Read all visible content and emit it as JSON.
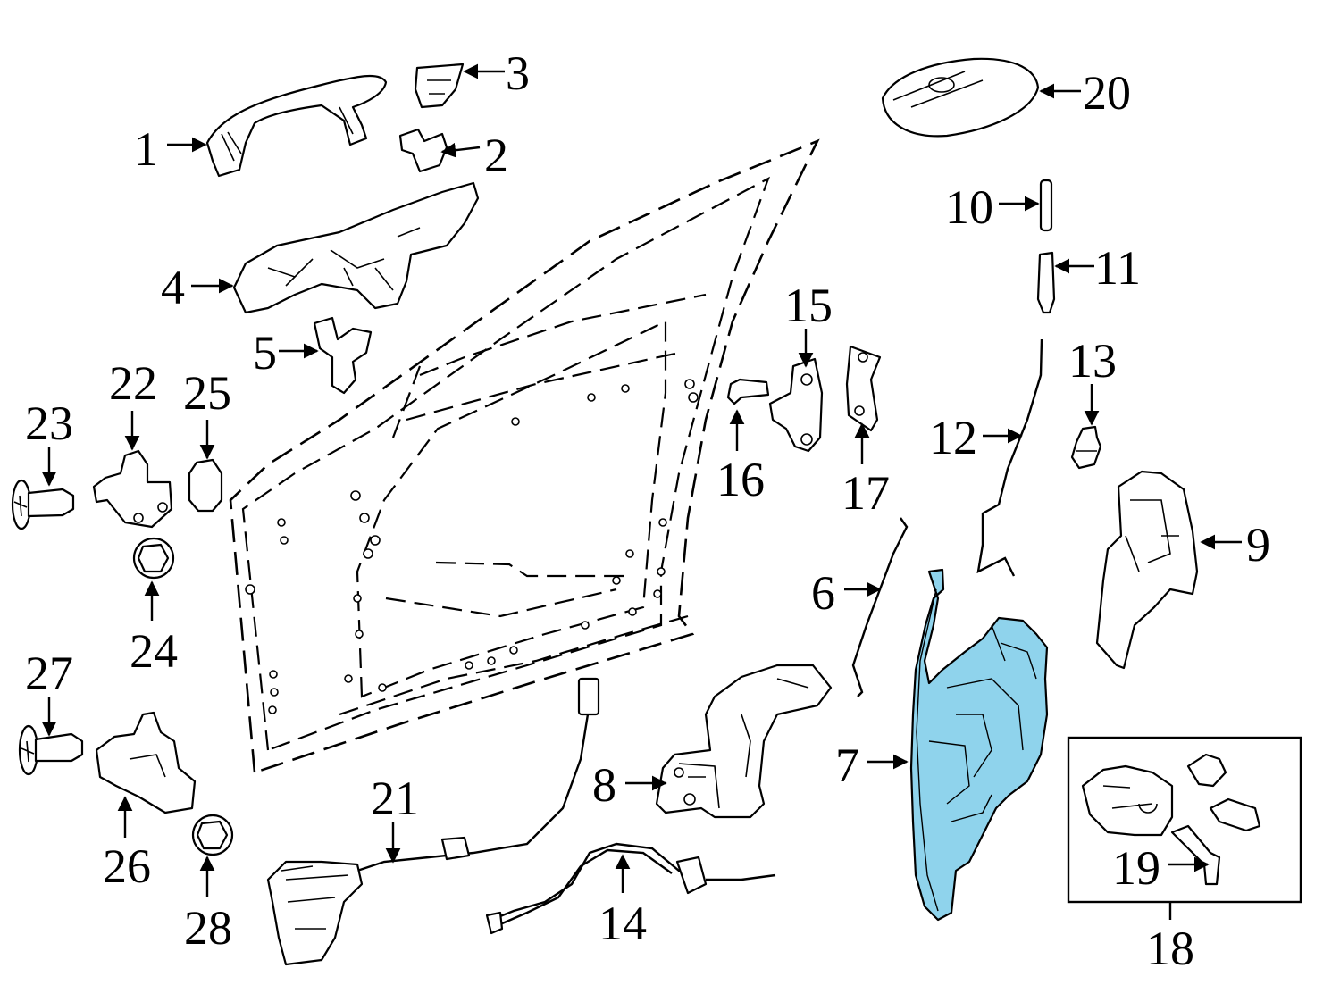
{
  "diagram": {
    "callouts": [
      "1",
      "2",
      "3",
      "4",
      "5",
      "6",
      "7",
      "8",
      "9",
      "10",
      "11",
      "12",
      "13",
      "14",
      "15",
      "16",
      "17",
      "18",
      "19",
      "20",
      "21",
      "22",
      "23",
      "24",
      "25",
      "26",
      "27",
      "28"
    ],
    "colors": {
      "highlight": "#8fd3ec",
      "line": "#000000",
      "background": "#ffffff"
    },
    "highlighted_part": "7"
  }
}
